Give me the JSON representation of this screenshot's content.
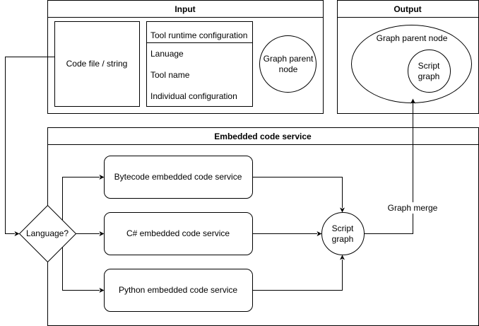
{
  "input_panel": {
    "title": "Input",
    "code_file": "Code file / string",
    "tool_config": {
      "header": "Tool runtime configuration",
      "rows": [
        "Lanuage",
        "Tool name",
        "Individual configuration"
      ]
    },
    "graph_parent": [
      "Graph parent",
      "node"
    ]
  },
  "output_panel": {
    "title": "Output",
    "graph_parent": "Graph parent node",
    "script_graph": [
      "Script",
      "graph"
    ]
  },
  "service_panel": {
    "title": "Embedded code service",
    "decision": "Language?",
    "services": [
      "Bytecode embedded code service",
      "C# embedded code service",
      "Python embedded code service"
    ],
    "merge_node": [
      "Script",
      "graph"
    ],
    "merge_label": "Graph merge"
  },
  "colors": {
    "stroke": "#000000",
    "fill": "#ffffff"
  }
}
